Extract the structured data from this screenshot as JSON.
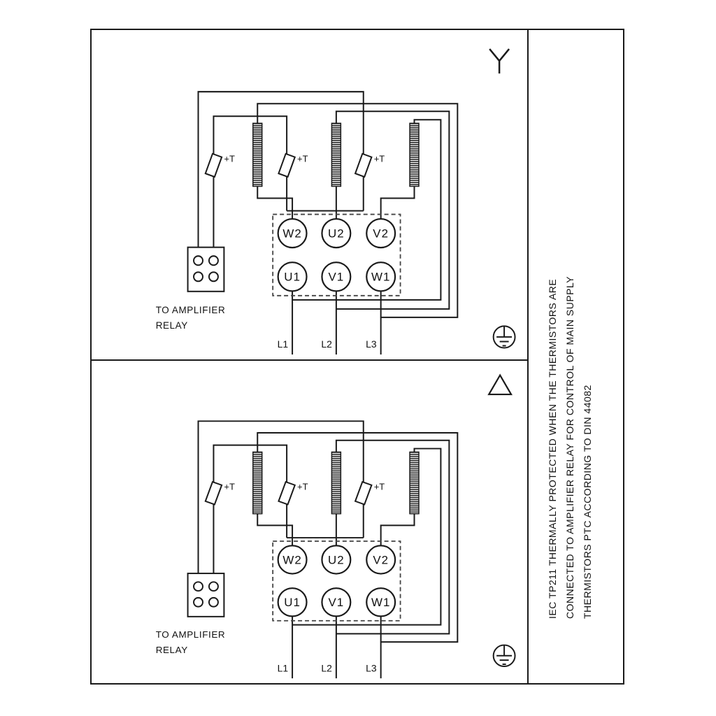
{
  "frame": {
    "line_color": "#1a1a1a",
    "background": "#ffffff"
  },
  "labels": {
    "thermistor": "+T",
    "relay_line1": "TO AMPLIFIER",
    "relay_line2": "RELAY",
    "terminals_top": [
      "W2",
      "U2",
      "V2"
    ],
    "terminals_bottom": [
      "U1",
      "V1",
      "W1"
    ],
    "supply": [
      "L1",
      "L2",
      "L3"
    ]
  },
  "panels": [
    {
      "id": "star-connection",
      "symbol": "wye"
    },
    {
      "id": "delta-connection",
      "symbol": "delta"
    }
  ],
  "side_note": {
    "lines": [
      "IEC TP211 THERMALLY PROTECTED WHEN THE THERMISTORS ARE",
      "CONNECTED TO AMPLIFIER RELAY FOR CONTROL OF MAIN SUPPLY",
      "THERMISTORS PTC ACCORDING TO DIN 44082"
    ]
  }
}
